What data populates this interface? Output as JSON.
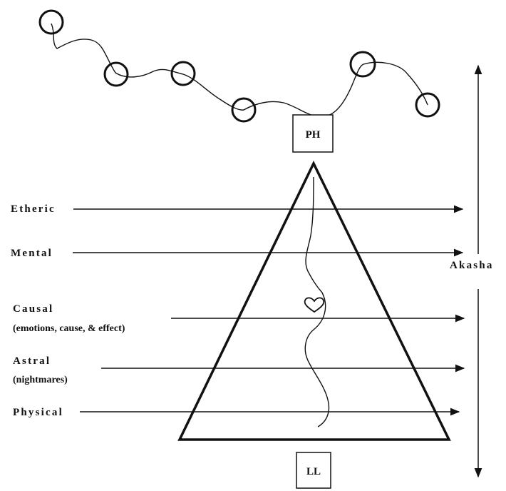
{
  "labels": {
    "ph": "PH",
    "ll": "LL",
    "akasha": "Akasha"
  },
  "planes": [
    {
      "name": "Etheric",
      "note": ""
    },
    {
      "name": "Mental",
      "note": ""
    },
    {
      "name": "Causal",
      "note": "(emotions, cause, & effect)"
    },
    {
      "name": "Astral",
      "note": "(nightmares)"
    },
    {
      "name": "Physical",
      "note": ""
    }
  ],
  "thread_nodes": 6,
  "heart": "heart-icon"
}
